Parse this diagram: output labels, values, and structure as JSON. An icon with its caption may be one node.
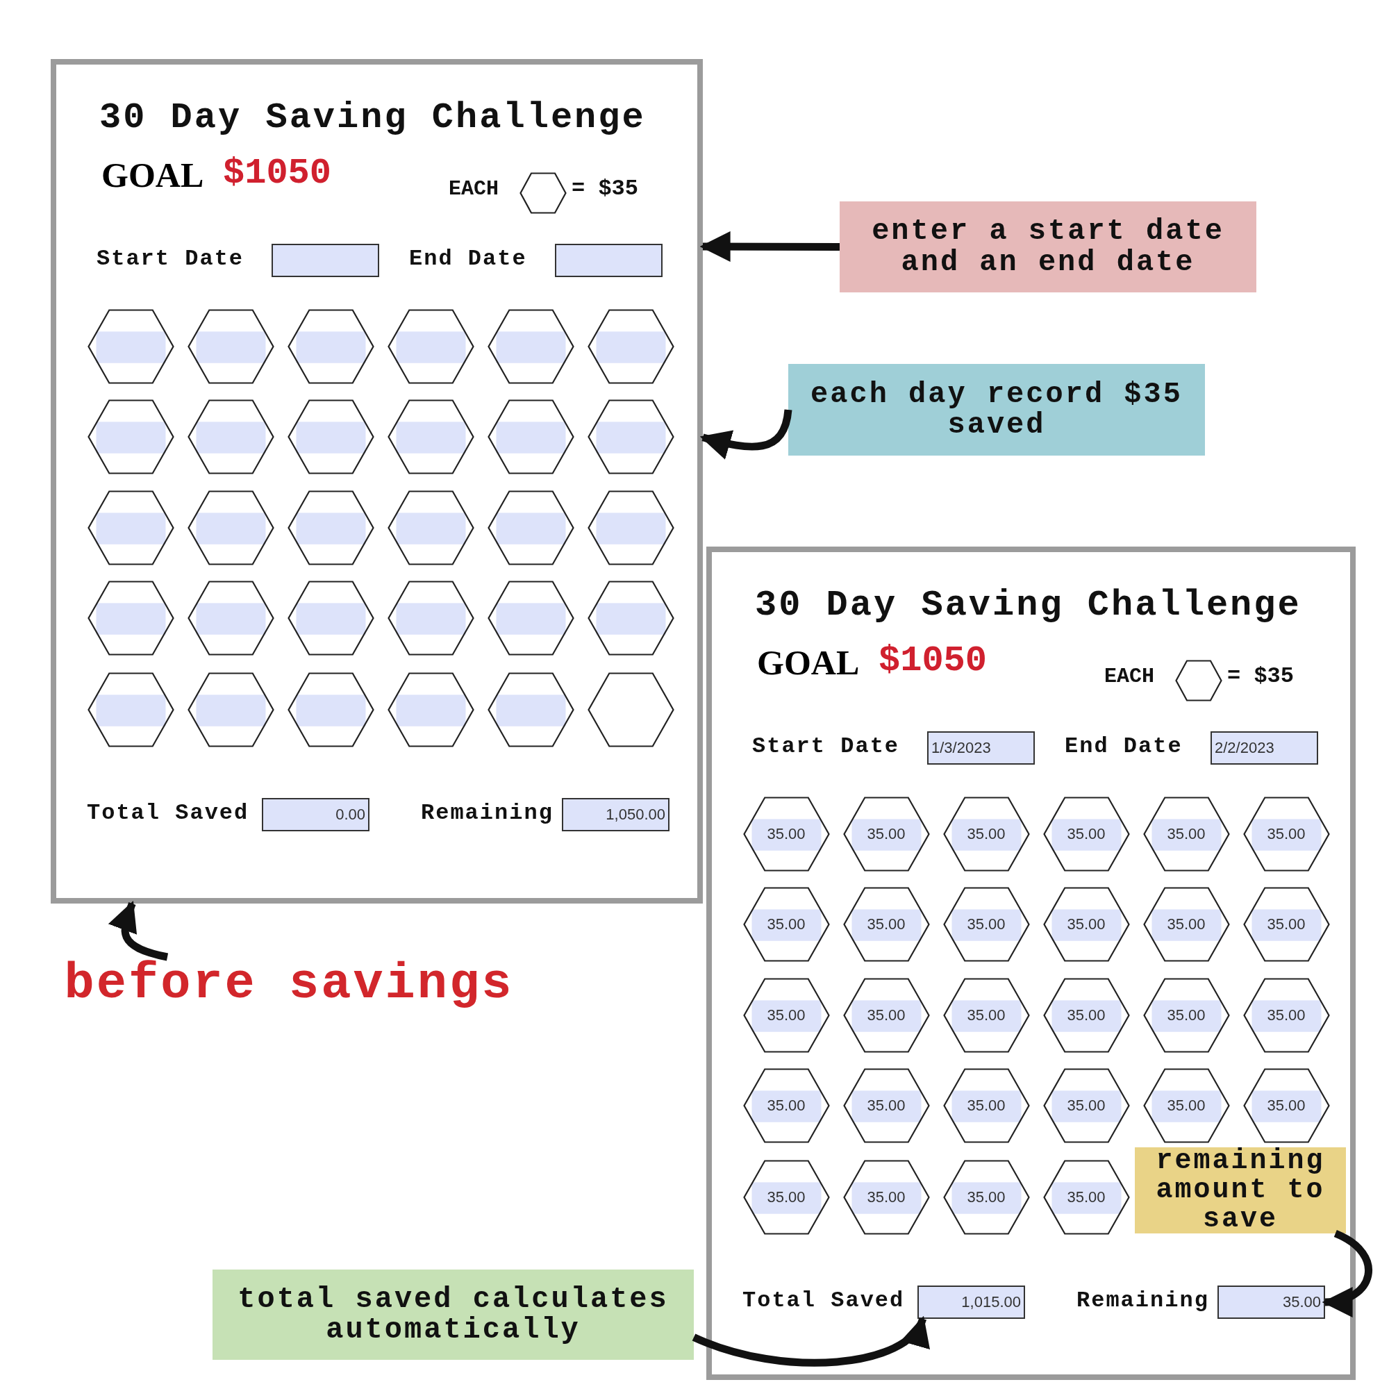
{
  "diagram": {
    "nodes": [
      {
        "text": [
          "30 Day Saving Challenge",
          "GOAL",
          "$1050",
          "EACH",
          "= $35",
          "Start Date",
          "End Date",
          "Total Saved",
          "Remaining"
        ]
      },
      {
        "text": [],
        "shape": "hexagon",
        "in": 0
      },
      {
        "text": [],
        "shape": "box",
        "in": 0
      },
      {
        "text": [],
        "shape": "box",
        "in": 0
      },
      {
        "text": [],
        "shape": "hexagon",
        "in": 0
      },
      {
        "text": [],
        "shape": "hexagon",
        "in": 0
      },
      {
        "text": [],
        "shape": "hexagon",
        "in": 0
      },
      {
        "text": [],
        "shape": "hexagon",
        "in": 0
      },
      {
        "text": [],
        "shape": "hexagon",
        "in": 0
      },
      {
        "text": [],
        "shape": "hexagon",
        "in": 0
      },
      {
        "text": [],
        "shape": "hexagon",
        "in": 0
      },
      {
        "text": [],
        "shape": "hexagon",
        "in": 0
      },
      {
        "text": [],
        "shape": "hexagon",
        "in": 0
      },
      {
        "text": [],
        "shape": "hexagon",
        "in": 0
      },
      {
        "text": [],
        "shape": "hexagon",
        "in": 0
      },
      {
        "text": [],
        "shape": "hexagon",
        "in": 0
      },
      {
        "text": [],
        "shape": "hexagon",
        "in": 0
      },
      {
        "text": [],
        "shape": "hexagon",
        "in": 0
      },
      {
        "text": [],
        "shape": "hexagon",
        "in": 0
      },
      {
        "text": [],
        "shape": "hexagon",
        "in": 0
      },
      {
        "text": [],
        "shape": "hexagon",
        "in": 0
      },
      {
        "text": [],
        "shape": "hexagon",
        "in": 0
      },
      {
        "text": [],
        "shape": "hexagon",
        "in": 0
      },
      {
        "text": [],
        "shape": "hexagon",
        "in": 0
      },
      {
        "text": [],
        "shape": "hexagon",
        "in": 0
      },
      {
        "text": [],
        "shape": "hexagon",
        "in": 0
      },
      {
        "text": [],
        "shape": "hexagon",
        "in": 0
      },
      {
        "text": [],
        "shape": "hexagon",
        "in": 0
      },
      {
        "text": [],
        "shape": "hexagon",
        "in": 0
      },
      {
        "text": [],
        "shape": "hexagon",
        "in": 0
      },
      {
        "text": [],
        "shape": "hexagon",
        "in": 0
      },
      {
        "text": [],
        "shape": "hexagon",
        "in": 0
      },
      {
        "text": [],
        "shape": "hexagon",
        "in": 0
      },
      {
        "text": [],
        "shape": "hexagon",
        "in": 0
      },
      {
        "text": [
          "0.00"
        ],
        "in": 0
      },
      {
        "text": [
          "1,050.00"
        ],
        "in": 0
      },
      {
        "text": [
          "enter a start date and an end date"
        ]
      },
      {
        "text": [
          "each day record $35 saved"
        ]
      },
      {
        "text": [
          "before savings"
        ]
      },
      {
        "text": [
          "30 Day Saving Challenge",
          "GOAL",
          "$1050",
          "EACH",
          "= $35",
          "Start Date",
          "End Date",
          "Total Saved",
          "Remaining"
        ]
      },
      {
        "text": [],
        "shape": "hexagon",
        "in": 39
      },
      {
        "text": [
          "1/3/2023"
        ],
        "in": 39
      },
      {
        "text": [
          "2/2/2023"
        ],
        "in": 39
      },
      {
        "text": [
          "35.00"
        ],
        "in": 39
      },
      {
        "text": [
          "35.00"
        ],
        "in": 39
      },
      {
        "text": [
          "35.00"
        ],
        "in": 39
      },
      {
        "text": [
          "35.00"
        ],
        "in": 39
      },
      {
        "text": [
          "35.00"
        ],
        "in": 39
      },
      {
        "text": [
          "35.00"
        ],
        "in": 39
      },
      {
        "text": [
          "35.00"
        ],
        "in": 39
      },
      {
        "text": [
          "35.00"
        ],
        "in": 39
      },
      {
        "text": [
          "35.00"
        ],
        "in": 39
      },
      {
        "text": [
          "35.00"
        ],
        "in": 39
      },
      {
        "text": [
          "35.00"
        ],
        "in": 39
      },
      {
        "text": [
          "35.00"
        ],
        "in": 39
      },
      {
        "text": [
          "35.00"
        ],
        "in": 39
      },
      {
        "text": [
          "35.00"
        ],
        "in": 39
      },
      {
        "text": [
          "35.00"
        ],
        "in": 39
      },
      {
        "text": [
          "35.00"
        ],
        "in": 39
      },
      {
        "text": [
          "35.00"
        ],
        "in": 39
      },
      {
        "text": [
          "35.00"
        ],
        "in": 39
      },
      {
        "text": [
          "35.00"
        ],
        "in": 39
      },
      {
        "text": [
          "35.00"
        ],
        "in": 39
      },
      {
        "text": [
          "35.00"
        ],
        "in": 39
      },
      {
        "text": [
          "35.00"
        ],
        "in": 39
      },
      {
        "text": [
          "35.00"
        ],
        "in": 39
      },
      {
        "text": [
          "35.00"
        ],
        "in": 39
      },
      {
        "text": [
          "35.00"
        ],
        "in": 39
      },
      {
        "text": [
          "35.00"
        ],
        "in": 39
      },
      {
        "text": [
          "35.00"
        ],
        "in": 39
      },
      {
        "text": [
          "35.00"
        ],
        "in": 39
      },
      {
        "text": [
          "1,015.00"
        ],
        "in": 39
      },
      {
        "text": [
          "35.00"
        ],
        "in": 39
      },
      {
        "text": [
          "remaining amount to save"
        ],
        "in": 39
      },
      {
        "text": [
          "total saved calculates automatically"
        ]
      }
    ],
    "edges": [
      {
        "from": 36,
        "to": 0,
        "arrow": "to"
      },
      {
        "from": 37,
        "to": 0,
        "arrow": "to"
      },
      {
        "from": 38,
        "to": 0,
        "arrow": "to"
      },
      {
        "from": 74,
        "to": 71,
        "arrow": "to"
      },
      {
        "from": 73,
        "to": 72,
        "arrow": "to"
      }
    ]
  }
}
